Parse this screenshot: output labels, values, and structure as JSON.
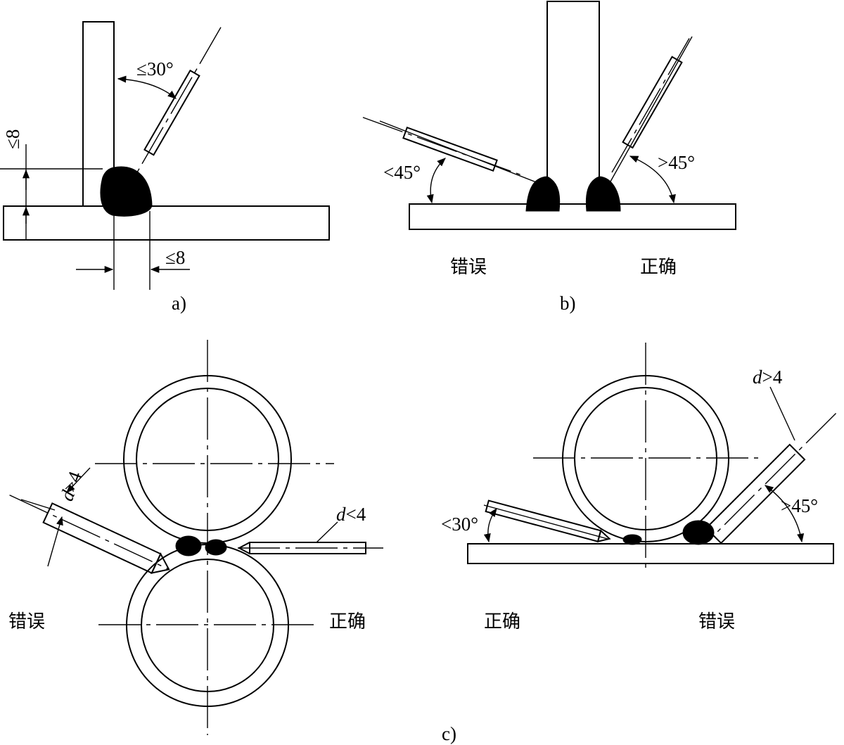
{
  "panel_a": {
    "angle_label": "≤30°",
    "height_label": "≤8",
    "width_label": "≤8",
    "caption": "a)"
  },
  "panel_b": {
    "left_angle": "<45°",
    "right_angle": ">45°",
    "wrong_label": "错误",
    "correct_label": "正确",
    "caption": "b)"
  },
  "panel_c_left": {
    "d_large_italic": "d",
    "d_large_rest": ">4",
    "d_small_italic": "d",
    "d_small_rest": "<4",
    "wrong_label": "错误",
    "correct_label": "正确"
  },
  "panel_c_right": {
    "d_large_italic": "d",
    "d_large_rest": ">4",
    "left_angle": "<30°",
    "right_angle": ">45°",
    "correct_label": "正确",
    "wrong_label": "错误"
  },
  "panel_c_caption": "c)"
}
